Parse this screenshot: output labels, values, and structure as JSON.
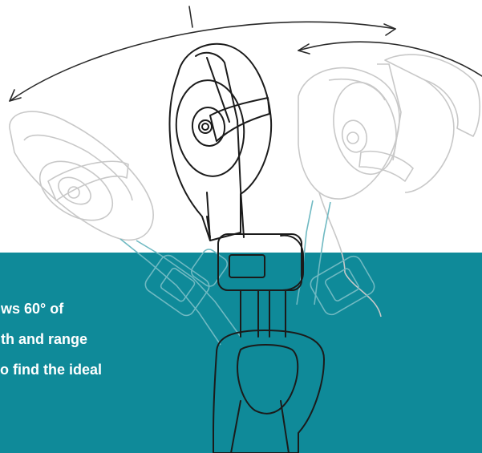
{
  "colors": {
    "teal": "#0f8a99",
    "ghost_stroke": "#c8c8c8",
    "ghost_stroke_on_teal": "#6fb9c2",
    "main_stroke": "#1b1b1b",
    "arrow_stroke": "#2b2b2b",
    "background": "#ffffff"
  },
  "caption": {
    "line1": "ws 60° of",
    "line2": "th and range",
    "line3": "o find the ideal"
  },
  "illustration": {
    "subject": "pivoting-mount-icon",
    "arrows": [
      "curved-double-arrow-icon",
      "small-curved-double-arrow-icon"
    ]
  }
}
